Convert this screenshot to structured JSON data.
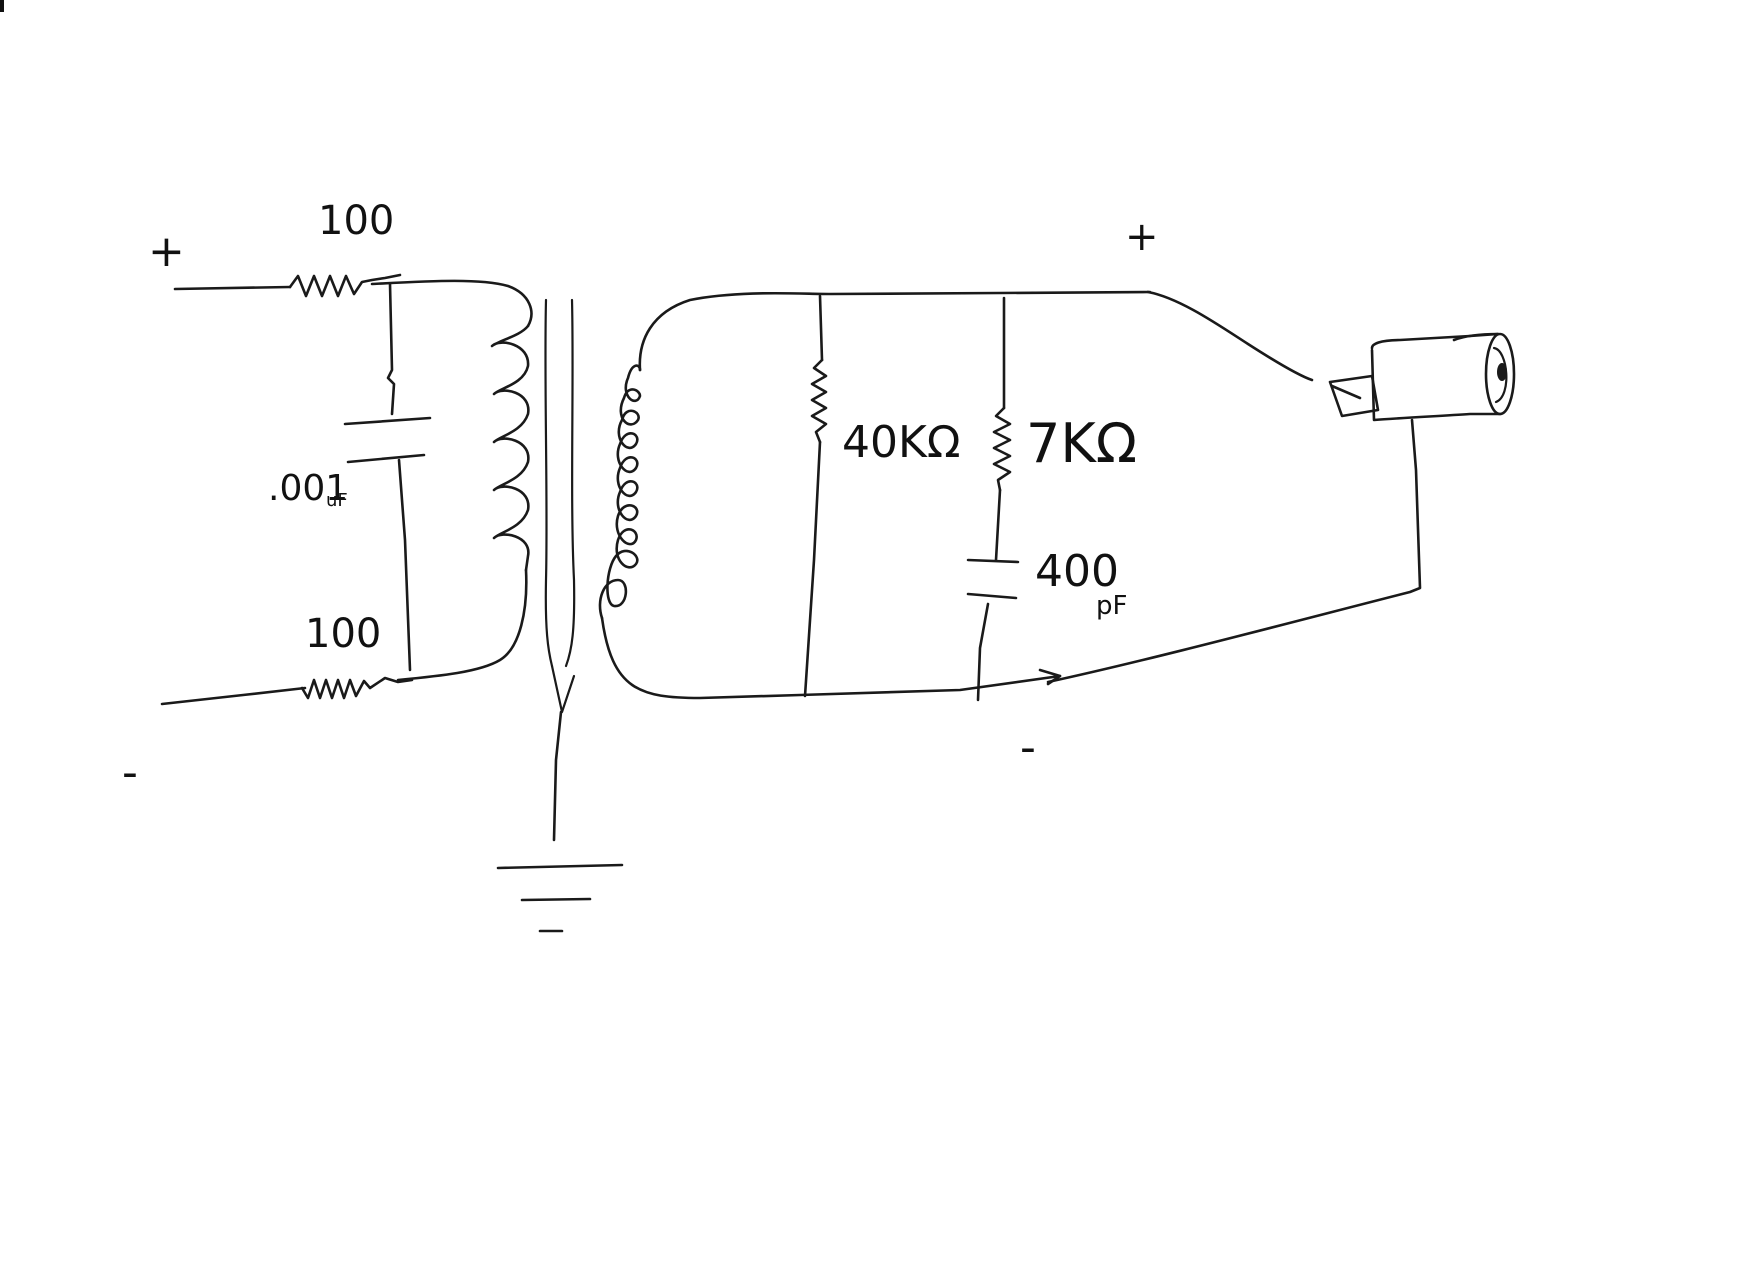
{
  "colors": {
    "ink": "#1a1a1a",
    "paper": "#ffffff"
  },
  "labels": {
    "input_plus": "+",
    "input_minus": "-",
    "r_top": "100",
    "r_bottom": "100",
    "c_input": ".001",
    "c_input_unit": "uF",
    "r_40k": "40KΩ",
    "r_7k": "7KΩ",
    "c_400": "400",
    "c_400_unit": "pF",
    "output_plus": "+",
    "output_minus": "-"
  }
}
